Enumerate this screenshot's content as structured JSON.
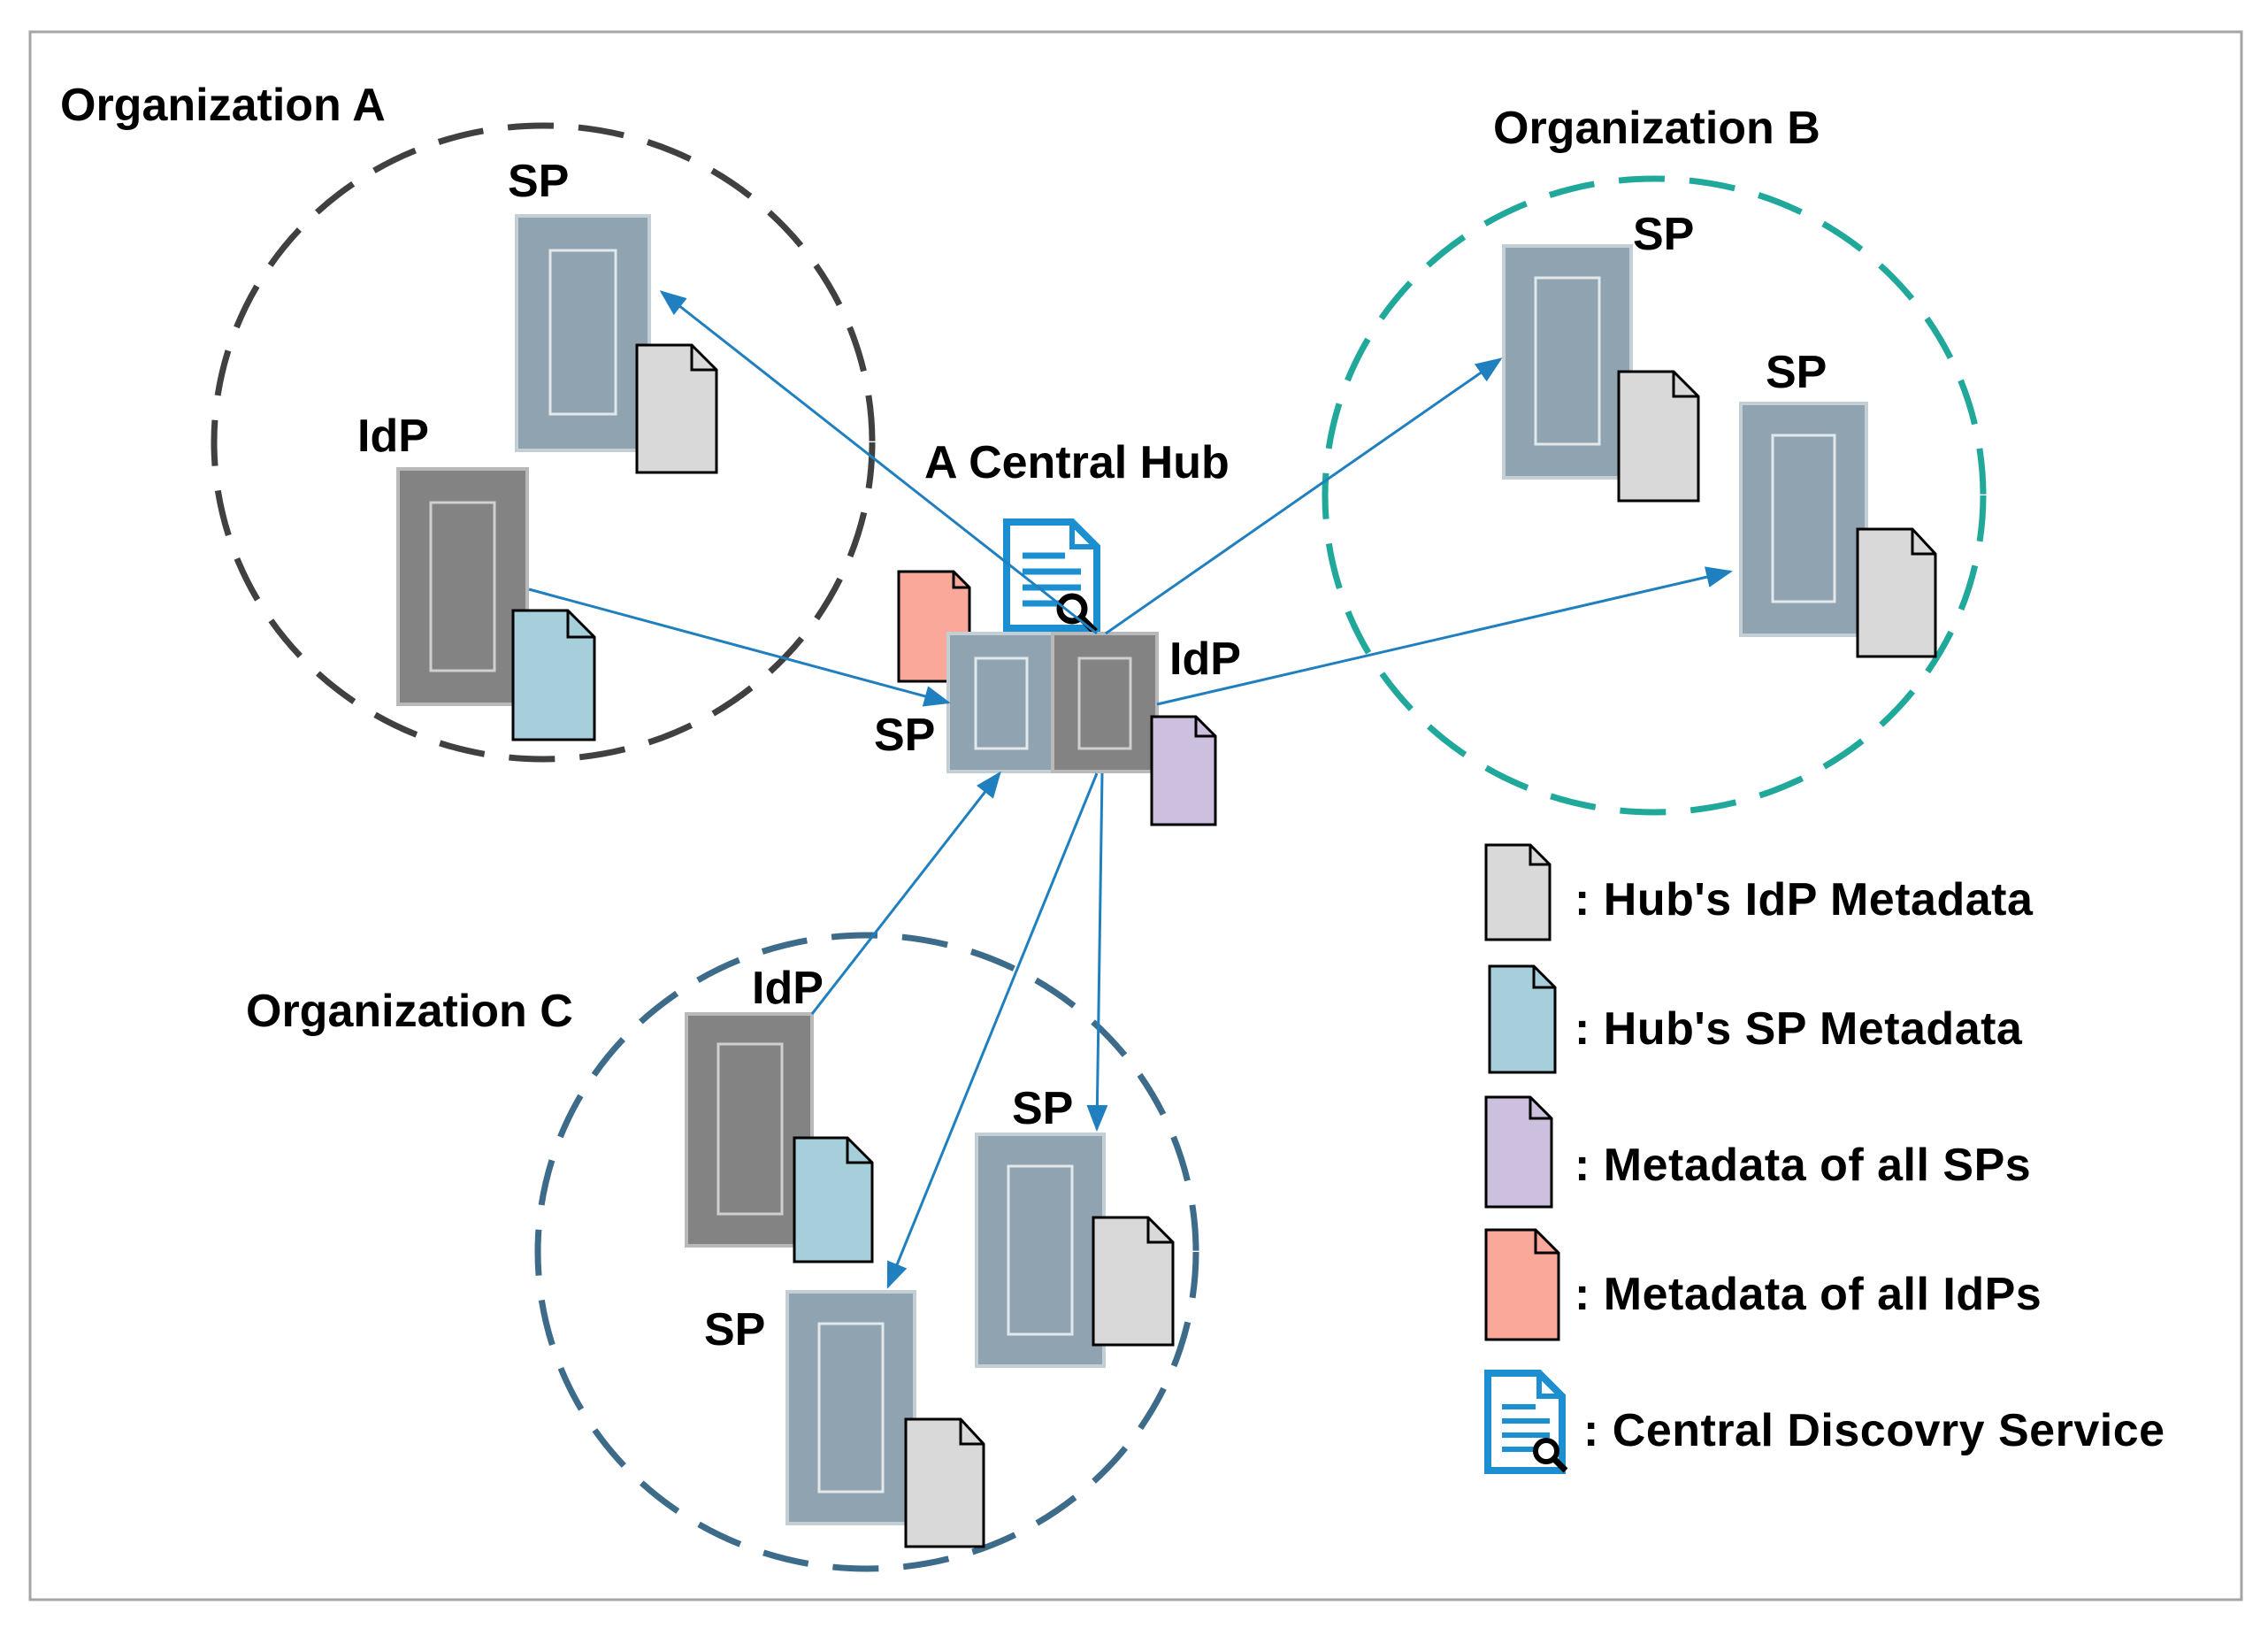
{
  "organizations": [
    {
      "key": "A",
      "label": "Organization A"
    },
    {
      "key": "B",
      "label": "Organization B"
    },
    {
      "key": "C",
      "label": "Organization C"
    }
  ],
  "hub": {
    "label": "A Central Hub",
    "sp_label": "SP",
    "idp_label": "IdP"
  },
  "nodes": {
    "a_sp": "SP",
    "a_idp": "IdP",
    "b_sp1": "SP",
    "b_sp2": "SP",
    "c_idp": "IdP",
    "c_sp1": "SP",
    "c_sp2": "SP"
  },
  "legend": [
    {
      "icon": "gray-document-icon",
      "color": "#d9d9d9",
      "text": ": Hub's IdP Metadata"
    },
    {
      "icon": "blue-document-icon",
      "color": "#a6cedb",
      "text": ": Hub's SP Metadata"
    },
    {
      "icon": "purple-document-icon",
      "color": "#ccc0de",
      "text": ": Metadata of all SPs"
    },
    {
      "icon": "salmon-document-icon",
      "color": "#f9a89a",
      "text": ": Metadata of all IdPs"
    },
    {
      "icon": "discovery-service-icon",
      "color": "#1b8fd0",
      "text": ": Central Discovry Service"
    }
  ],
  "colors": {
    "org_a_circle": "#404040",
    "org_b_circle": "#20a89a",
    "org_c_circle": "#3d6b8a",
    "sp_server": "#8fa4b0",
    "idp_server": "#838383",
    "arrow": "#1f7fbf",
    "doc_gray": "#d9d9d9",
    "doc_blue": "#a6cedb",
    "doc_purple": "#ccc0de",
    "doc_salmon": "#f9a89a",
    "discovery_blue": "#1b8fd0"
  }
}
